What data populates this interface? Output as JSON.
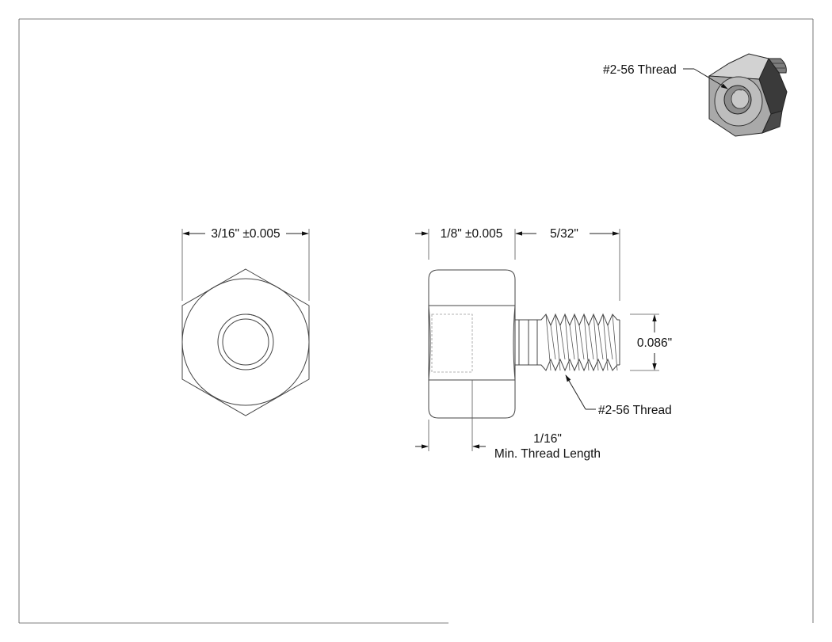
{
  "drawing": {
    "front_view": {
      "width_dim": "3/16\" ±0.005"
    },
    "side_view": {
      "hex_length_dim": "1/8\" ±0.005",
      "stud_length_dim": "5/32\"",
      "stud_diameter_dim": "0.086\"",
      "stud_thread_callout": "#2-56 Thread",
      "min_thread_value": "1/16\"",
      "min_thread_label": "Min. Thread Length"
    },
    "iso_view": {
      "thread_callout": "#2-56 Thread"
    }
  },
  "colors": {
    "line": "#444444",
    "iso_dark": "#3a3a3a",
    "iso_face": "#a9a9a9",
    "iso_mid": "#7d7d7d"
  }
}
